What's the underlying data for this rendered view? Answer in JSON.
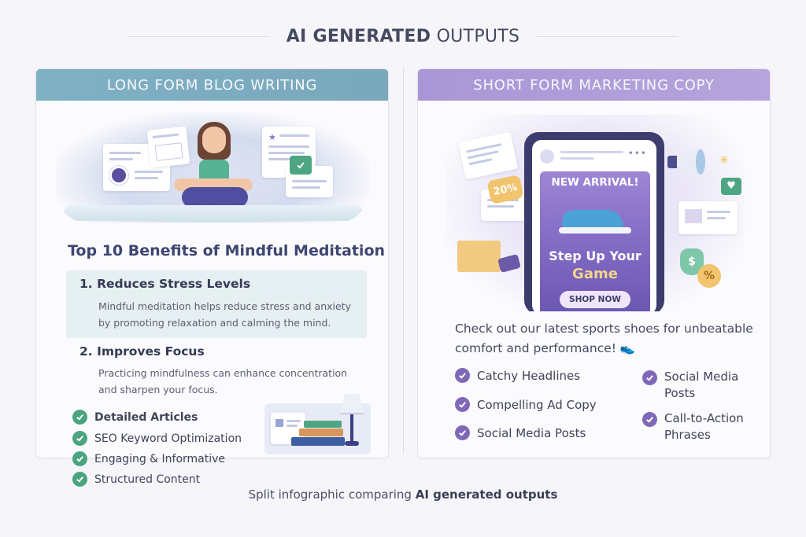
{
  "title": {
    "bold": "AI GENERATED",
    "light": "OUTPUTS"
  },
  "left_panel": {
    "header": "LONG FORM BLOG WRITING",
    "illustration": "woman-meditating-with-documents",
    "article_title": "Top 10 Benefits of Mindful Meditation",
    "benefits": [
      {
        "heading": "1. Reduces Stress Levels",
        "body": "Mindful meditation helps reduce stress and anxiety by promoting relaxation and calming the mind."
      },
      {
        "heading": "2. Improves Focus",
        "body": "Practicing mindfulness can enhance concentration and sharpen your focus."
      }
    ],
    "features": [
      "Detailed Articles",
      "SEO Keyword Optimization",
      "Engaging & Informative",
      "Structured Content"
    ],
    "accent_color": "#7fb0c4",
    "check_color": "#4aa57f"
  },
  "right_panel": {
    "header": "SHORT FORM MARKETING COPY",
    "phone_ad": {
      "badge": "NEW ARRIVAL!",
      "headline_1": "Step Up Your",
      "headline_2": "Game",
      "cta": "SHOP NOW",
      "discount_tag": "20%"
    },
    "ad_copy": "Check out our latest sports shoes for unbeatable comfort and performance! 👟",
    "features_col1": [
      "Catchy Headlines",
      "Compelling Ad Copy",
      "Social Media Posts"
    ],
    "features_col2": [
      "Social Media Posts",
      "Call-to-Action Phrases"
    ],
    "accent_color": "#a996d6",
    "check_color": "#7f68b8"
  },
  "caption": {
    "prefix": "Split infographic comparing ",
    "bold": "AI generated outputs"
  }
}
